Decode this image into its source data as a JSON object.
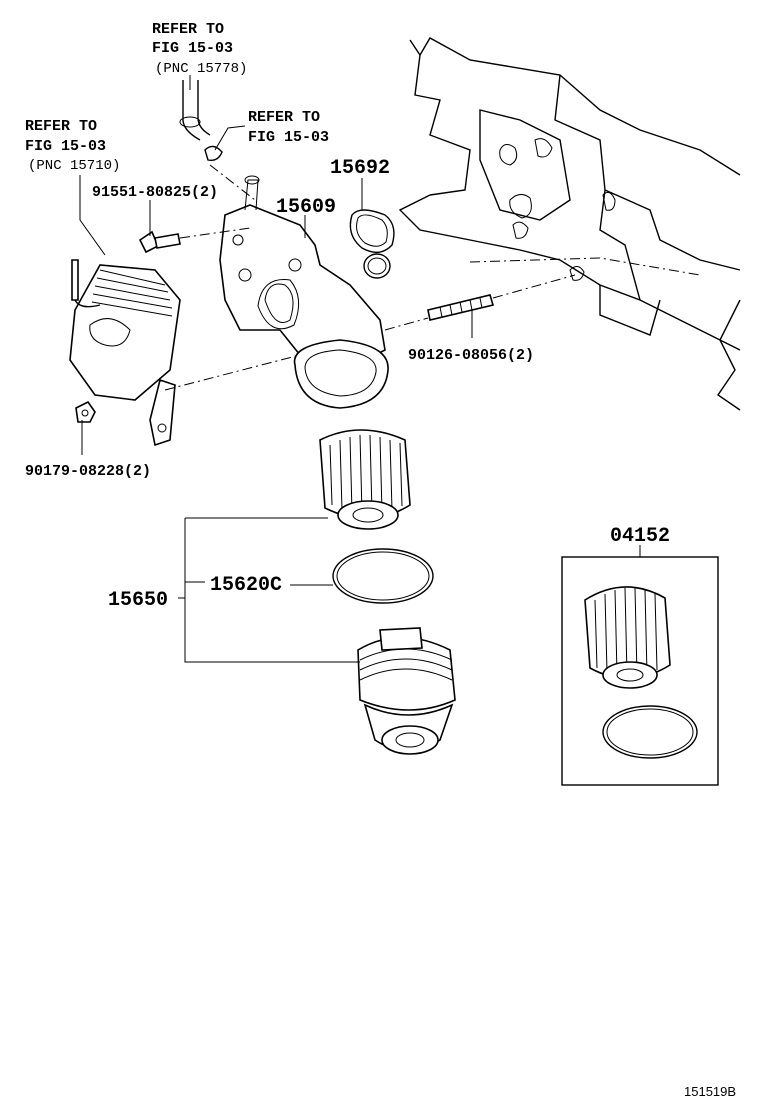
{
  "callouts": {
    "refer_top": {
      "line1": "REFER TO",
      "line2": "FIG 15-03",
      "line3": "(PNC 15778)"
    },
    "refer_mid": {
      "line1": "REFER TO",
      "line2": "FIG 15-03"
    },
    "refer_left": {
      "line1": "REFER TO",
      "line2": "FIG 15-03",
      "line3": "(PNC 15710)"
    },
    "bolt": "91551-80825(2)",
    "housing": "15609",
    "gasket": "15692",
    "stud": "90126-08056(2)",
    "nut": "90179-08228(2)",
    "kit": "15650",
    "oring": "15620C",
    "element": "04152"
  },
  "diagram_id": "151519B"
}
